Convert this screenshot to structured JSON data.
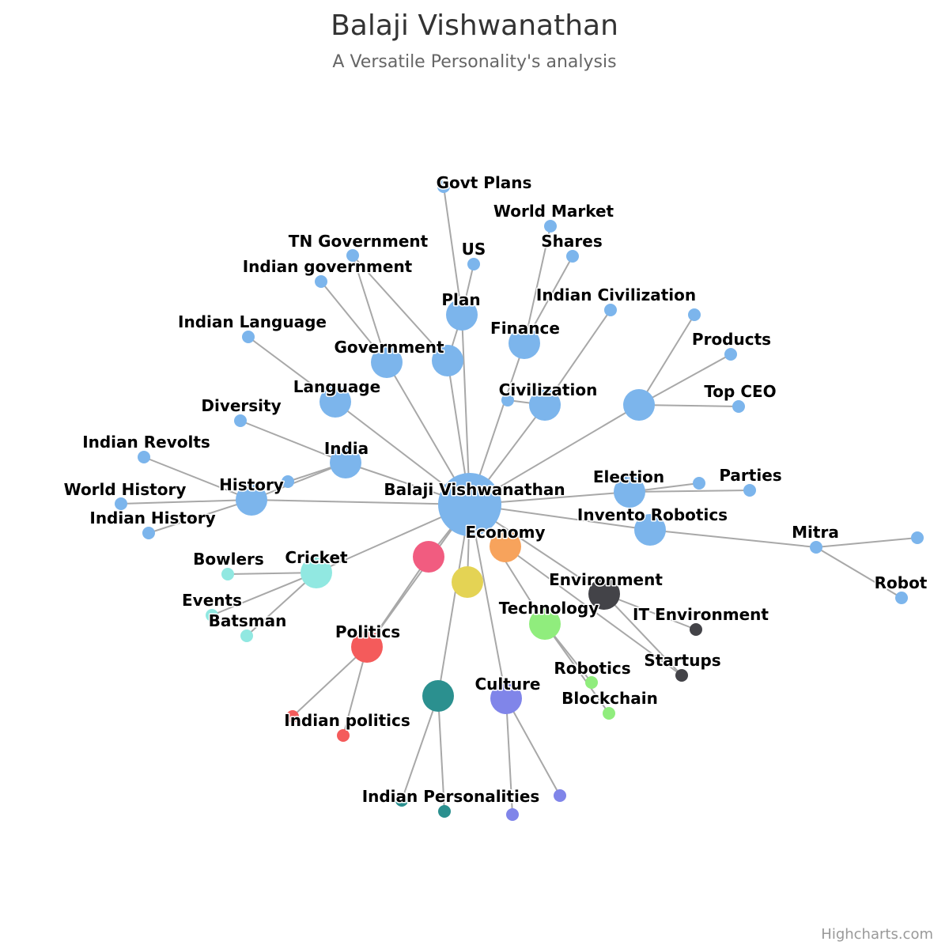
{
  "title": "Balaji Vishwanathan",
  "subtitle": "A Versatile Personality's analysis",
  "credits": "Highcharts.com",
  "chart_data": {
    "type": "network",
    "title": "Balaji Vishwanathan",
    "subtitle": "A Versatile Personality's analysis",
    "colors": {
      "blue": "#7cb5ec",
      "pink": "#f15c80",
      "yellow": "#e4d354",
      "orange": "#f7a35c",
      "dark": "#434348",
      "green": "#90ed7d",
      "red": "#f45b5b",
      "teal": "#2b908f",
      "purple": "#8085e9",
      "cyan": "#91e8e1"
    },
    "nodes": [
      {
        "id": "Balaji Vishwanathan",
        "label": "Balaji Vishwanathan",
        "color": "blue"
      },
      {
        "id": "India",
        "label": "India",
        "color": "blue"
      },
      {
        "id": "History",
        "label": "History",
        "color": "blue"
      },
      {
        "id": "Language",
        "label": "Language",
        "color": "blue"
      },
      {
        "id": "Government",
        "label": "Government",
        "color": "blue"
      },
      {
        "id": "Plan",
        "label": "Plan",
        "color": "blue"
      },
      {
        "id": "PlanHub",
        "label": "",
        "color": "blue"
      },
      {
        "id": "Finance",
        "label": "Finance",
        "color": "blue"
      },
      {
        "id": "Civilization",
        "label": "Civilization",
        "color": "blue"
      },
      {
        "id": "CompanyHub",
        "label": "",
        "color": "blue"
      },
      {
        "id": "Election",
        "label": "Election",
        "color": "blue"
      },
      {
        "id": "Invento Robotics",
        "label": "Invento Robotics",
        "color": "blue"
      },
      {
        "id": "Economy",
        "label": "Economy",
        "color": "orange"
      },
      {
        "id": "Environment",
        "label": "Environment",
        "color": "dark"
      },
      {
        "id": "Technology",
        "label": "Technology",
        "color": "green"
      },
      {
        "id": "Culture",
        "label": "Culture",
        "color": "purple"
      },
      {
        "id": "PersonalitiesHub",
        "label": "",
        "color": "teal"
      },
      {
        "id": "Politics",
        "label": "Politics",
        "color": "red"
      },
      {
        "id": "PinkHub",
        "label": "",
        "color": "pink"
      },
      {
        "id": "YellowHub",
        "label": "",
        "color": "yellow"
      },
      {
        "id": "Cricket",
        "label": "Cricket",
        "color": "cyan"
      },
      {
        "id": "Govt Plans",
        "label": "Govt Plans",
        "color": "blue"
      },
      {
        "id": "World Market",
        "label": "World Market",
        "color": "blue"
      },
      {
        "id": "TN Government",
        "label": "TN Government",
        "color": "blue"
      },
      {
        "id": "US",
        "label": "US",
        "color": "blue"
      },
      {
        "id": "Shares",
        "label": "Shares",
        "color": "blue"
      },
      {
        "id": "Indian government",
        "label": "Indian government",
        "color": "blue"
      },
      {
        "id": "Indian Civilization",
        "label": "Indian Civilization",
        "color": "blue"
      },
      {
        "id": "Indian Language",
        "label": "Indian Language",
        "color": "blue"
      },
      {
        "id": "CompanyLeaf",
        "label": "",
        "color": "blue"
      },
      {
        "id": "Products",
        "label": "Products",
        "color": "blue"
      },
      {
        "id": "Top CEO",
        "label": "Top CEO",
        "color": "blue"
      },
      {
        "id": "Diversity",
        "label": "Diversity",
        "color": "blue"
      },
      {
        "id": "CivLeaf",
        "label": "",
        "color": "blue"
      },
      {
        "id": "Indian Revolts",
        "label": "Indian Revolts",
        "color": "blue"
      },
      {
        "id": "IndiaLeaf",
        "label": "",
        "color": "blue"
      },
      {
        "id": "World History",
        "label": "World History",
        "color": "blue"
      },
      {
        "id": "Indian History",
        "label": "Indian History",
        "color": "blue"
      },
      {
        "id": "ElectionLeaf",
        "label": "",
        "color": "blue"
      },
      {
        "id": "Parties",
        "label": "Parties",
        "color": "blue"
      },
      {
        "id": "Mitra",
        "label": "Mitra",
        "color": "blue"
      },
      {
        "id": "MitraLeaf",
        "label": "",
        "color": "blue"
      },
      {
        "id": "Robot",
        "label": "Robot",
        "color": "blue"
      },
      {
        "id": "IT Environment",
        "label": "IT Environment",
        "color": "dark"
      },
      {
        "id": "Startups",
        "label": "Startups",
        "color": "dark"
      },
      {
        "id": "Robotics",
        "label": "Robotics",
        "color": "green"
      },
      {
        "id": "Blockchain",
        "label": "Blockchain",
        "color": "green"
      },
      {
        "id": "Bowlers",
        "label": "Bowlers",
        "color": "cyan"
      },
      {
        "id": "Events",
        "label": "Events",
        "color": "cyan"
      },
      {
        "id": "Batsman",
        "label": "Batsman",
        "color": "cyan"
      },
      {
        "id": "PoliticsLeaf",
        "label": "",
        "color": "red"
      },
      {
        "id": "Indian politics",
        "label": "Indian politics",
        "color": "red"
      },
      {
        "id": "PersonalitiesLeaf",
        "label": "",
        "color": "teal"
      },
      {
        "id": "Indian Personalities",
        "label": "Indian Personalities",
        "color": "teal"
      },
      {
        "id": "CultureLeafA",
        "label": "",
        "color": "purple"
      },
      {
        "id": "CultureLeafB",
        "label": "",
        "color": "purple"
      }
    ],
    "links": [
      [
        "Balaji Vishwanathan",
        "India"
      ],
      [
        "Balaji Vishwanathan",
        "History"
      ],
      [
        "Balaji Vishwanathan",
        "Language"
      ],
      [
        "Balaji Vishwanathan",
        "Government"
      ],
      [
        "Balaji Vishwanathan",
        "Plan"
      ],
      [
        "Balaji Vishwanathan",
        "PlanHub"
      ],
      [
        "Balaji Vishwanathan",
        "Finance"
      ],
      [
        "Balaji Vishwanathan",
        "Civilization"
      ],
      [
        "Balaji Vishwanathan",
        "CompanyHub"
      ],
      [
        "Balaji Vishwanathan",
        "Election"
      ],
      [
        "Balaji Vishwanathan",
        "Invento Robotics"
      ],
      [
        "Balaji Vishwanathan",
        "Economy"
      ],
      [
        "Balaji Vishwanathan",
        "Environment"
      ],
      [
        "Balaji Vishwanathan",
        "Technology"
      ],
      [
        "Balaji Vishwanathan",
        "Culture"
      ],
      [
        "Balaji Vishwanathan",
        "PersonalitiesHub"
      ],
      [
        "Balaji Vishwanathan",
        "Politics"
      ],
      [
        "Balaji Vishwanathan",
        "PinkHub"
      ],
      [
        "Balaji Vishwanathan",
        "YellowHub"
      ],
      [
        "Balaji Vishwanathan",
        "Cricket"
      ],
      [
        "Plan",
        "Govt Plans"
      ],
      [
        "Plan",
        "US"
      ],
      [
        "Plan",
        "PlanHub"
      ],
      [
        "PlanHub",
        "TN Government"
      ],
      [
        "Government",
        "Indian government"
      ],
      [
        "Government",
        "TN Government"
      ],
      [
        "Finance",
        "World Market"
      ],
      [
        "Finance",
        "Shares"
      ],
      [
        "Civilization",
        "Indian Civilization"
      ],
      [
        "Civilization",
        "CivLeaf"
      ],
      [
        "Language",
        "Indian Language"
      ],
      [
        "CompanyHub",
        "CompanyLeaf"
      ],
      [
        "CompanyHub",
        "Products"
      ],
      [
        "CompanyHub",
        "Top CEO"
      ],
      [
        "India",
        "Diversity"
      ],
      [
        "India",
        "History"
      ],
      [
        "India",
        "IndiaLeaf"
      ],
      [
        "History",
        "Indian Revolts"
      ],
      [
        "History",
        "World History"
      ],
      [
        "History",
        "Indian History"
      ],
      [
        "Election",
        "ElectionLeaf"
      ],
      [
        "Election",
        "Parties"
      ],
      [
        "Invento Robotics",
        "Mitra"
      ],
      [
        "Mitra",
        "MitraLeaf"
      ],
      [
        "Mitra",
        "Robot"
      ],
      [
        "Environment",
        "IT Environment"
      ],
      [
        "Environment",
        "Startups"
      ],
      [
        "Economy",
        "Startups"
      ],
      [
        "Technology",
        "Robotics"
      ],
      [
        "Technology",
        "Blockchain"
      ],
      [
        "Cricket",
        "Bowlers"
      ],
      [
        "Cricket",
        "Events"
      ],
      [
        "Cricket",
        "Batsman"
      ],
      [
        "Politics",
        "PoliticsLeaf"
      ],
      [
        "Politics",
        "Indian politics"
      ],
      [
        "Politics",
        "PinkHub"
      ],
      [
        "PersonalitiesHub",
        "PersonalitiesLeaf"
      ],
      [
        "PersonalitiesHub",
        "Indian Personalities"
      ],
      [
        "Culture",
        "CultureLeafA"
      ],
      [
        "Culture",
        "CultureLeafB"
      ]
    ]
  }
}
